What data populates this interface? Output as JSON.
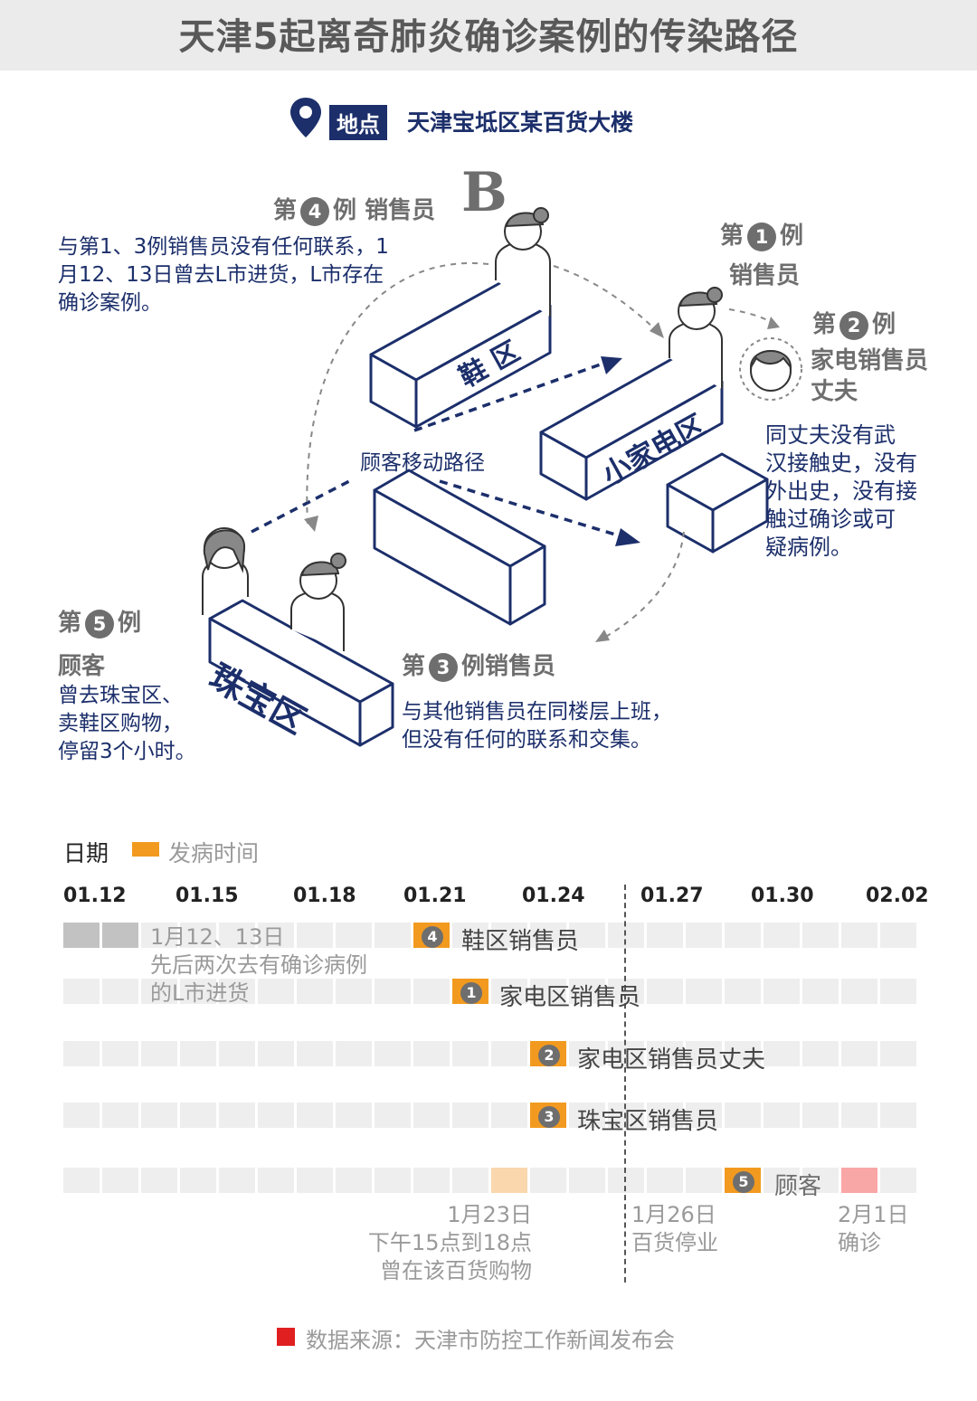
{
  "title": "天津5起离奇肺炎确诊案例的传染路径",
  "location": {
    "tag": "地点",
    "name": "天津宝坻区某百货大楼"
  },
  "map": {
    "big_letter": "B",
    "zones": {
      "shoe": "鞋 区",
      "appliance": "小家电区",
      "jewelry": "珠宝区"
    },
    "path_label": "顾客移动路径",
    "case4": {
      "pre": "第",
      "num": "4",
      "post": "例 销售员",
      "desc": [
        "与第1、3例销售员没有任何联系，1",
        "月12、13日曾去L市进货，L市存在",
        "确诊案例。"
      ]
    },
    "case1": {
      "pre": "第",
      "num": "1",
      "post": "例",
      "role": "销售员"
    },
    "case2": {
      "pre": "第",
      "num": "2",
      "post": "例",
      "role": [
        "家电销售员",
        "丈夫"
      ],
      "desc": [
        "同丈夫没有武",
        "汉接触史，没有",
        "外出史，没有接",
        "触过确诊或可",
        "疑病例。"
      ]
    },
    "case3": {
      "pre": "第",
      "num": "3",
      "post": "例销售员",
      "desc": [
        "与其他销售员在同楼层上班，",
        "但没有任何的联系和交集。"
      ]
    },
    "case5": {
      "pre": "第",
      "num": "5",
      "post": "例",
      "role": "顾客",
      "desc": [
        "曾去珠宝区、",
        "卖鞋区购物，",
        "停留3个小时。"
      ]
    }
  },
  "timeline": {
    "date_label": "日期",
    "legend_label": "发病时间",
    "ticks": [
      "01.12",
      "01.15",
      "01.18",
      "01.21",
      "01.24",
      "01.27",
      "01.30",
      "02.02"
    ],
    "rows": [
      {
        "num": "4",
        "label": "鞋区销售员",
        "note": [
          "1月12、13日",
          "先后两次去有确诊病例",
          "的L市进货"
        ]
      },
      {
        "num": "1",
        "label": "家电区销售员"
      },
      {
        "num": "2",
        "label": "家电区销售员丈夫"
      },
      {
        "num": "3",
        "label": "珠宝区销售员"
      },
      {
        "num": "5",
        "label": "顾客"
      }
    ],
    "notes": {
      "jan23": [
        "1月23日",
        "下午15点到18点",
        "曾在该百货购物"
      ],
      "jan26": [
        "1月26日",
        "百货停业"
      ],
      "feb1": [
        "2月1日",
        "确诊"
      ]
    }
  },
  "source": "数据来源：天津市防控工作新闻发布会",
  "colors": {
    "navy": "#1c2f6b",
    "onset": "#f29a1f",
    "confirm": "#f9a6a6",
    "source_mark": "#e02020"
  }
}
